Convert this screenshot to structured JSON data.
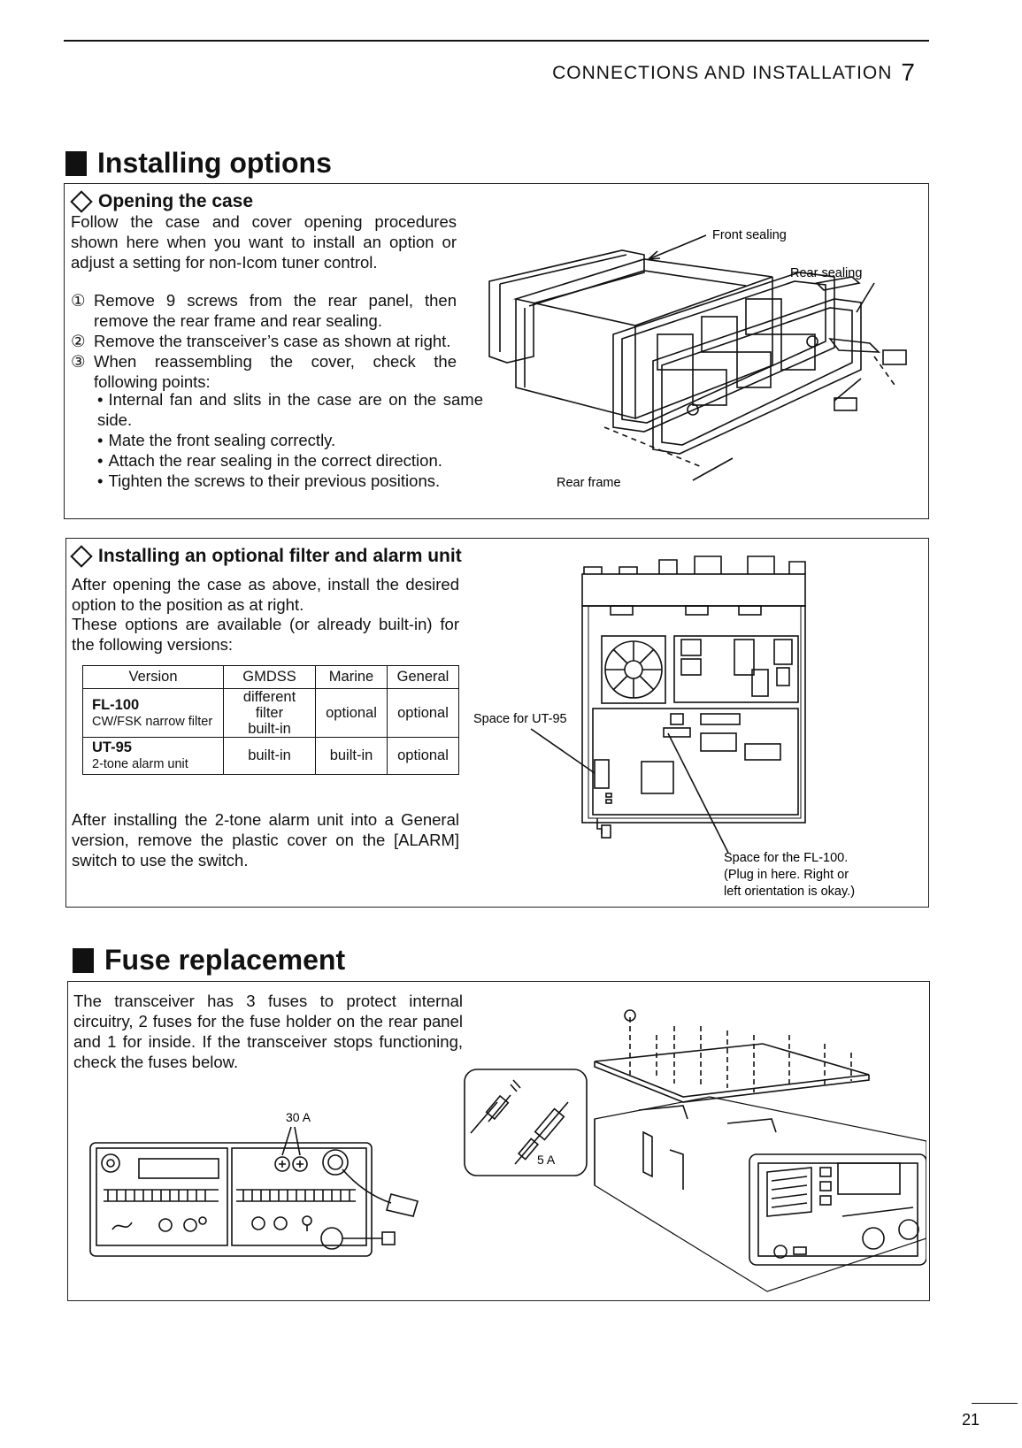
{
  "header": {
    "title": "CONNECTIONS AND INSTALLATION",
    "chapter": "7"
  },
  "section1": {
    "title": "Installing options",
    "opening": {
      "title": "Opening the case",
      "intro": "Follow the case and cover opening procedures shown here when you want to install an option or adjust a setting for non-Icom tuner control.",
      "steps": [
        {
          "num": "①",
          "text": "Remove 9 screws from the rear panel, then remove the rear frame and rear sealing."
        },
        {
          "num": "②",
          "text": "Remove the transceiver’s case as shown at right."
        },
        {
          "num": "③",
          "text": "When reassembling the cover, check the following points:"
        }
      ],
      "bullets": [
        "Internal fan and slits in the case are on the same side.",
        "Mate the front sealing correctly.",
        "Attach the rear sealing in the correct direction.",
        "Tighten the screws to their previous positions."
      ],
      "labels": {
        "front_sealing": "Front sealing",
        "rear_sealing": "Rear sealing",
        "rear_frame": "Rear frame"
      }
    },
    "filter": {
      "title": "Installing an optional filter and alarm unit",
      "intro1": "After opening the case as above, install the desired option to the position as at right.",
      "intro2": "These options are available (or already built-in) for the following versions:",
      "table": {
        "headers": [
          "Version",
          "GMDSS",
          "Marine",
          "General"
        ],
        "rows": [
          {
            "name": "FL-100",
            "desc": "CW/FSK narrow filter",
            "gmdss1": "different filter",
            "gmdss2": "built-in",
            "marine": "optional",
            "general": "optional"
          },
          {
            "name": "UT-95",
            "desc": "2-tone alarm unit",
            "gmdss1": "built-in",
            "gmdss2": "",
            "marine": "built-in",
            "general": "optional"
          }
        ]
      },
      "note": "After installing the 2-tone alarm unit into a General version, remove the plastic cover on the [ALARM] switch to use the switch.",
      "labels": {
        "ut95": "Space for UT-95",
        "fl100_1": "Space for the FL-100.",
        "fl100_2": "(Plug in here. Right or",
        "fl100_3": "left orientation is okay.)"
      }
    }
  },
  "section2": {
    "title": "Fuse replacement",
    "text": "The transceiver has 3 fuses to protect internal circuitry, 2 fuses for the fuse holder on the rear panel and 1 for inside. If the transceiver stops functioning, check the fuses below.",
    "labels": {
      "a30": "30 A",
      "a5": "5 A"
    }
  },
  "page_number": "21"
}
